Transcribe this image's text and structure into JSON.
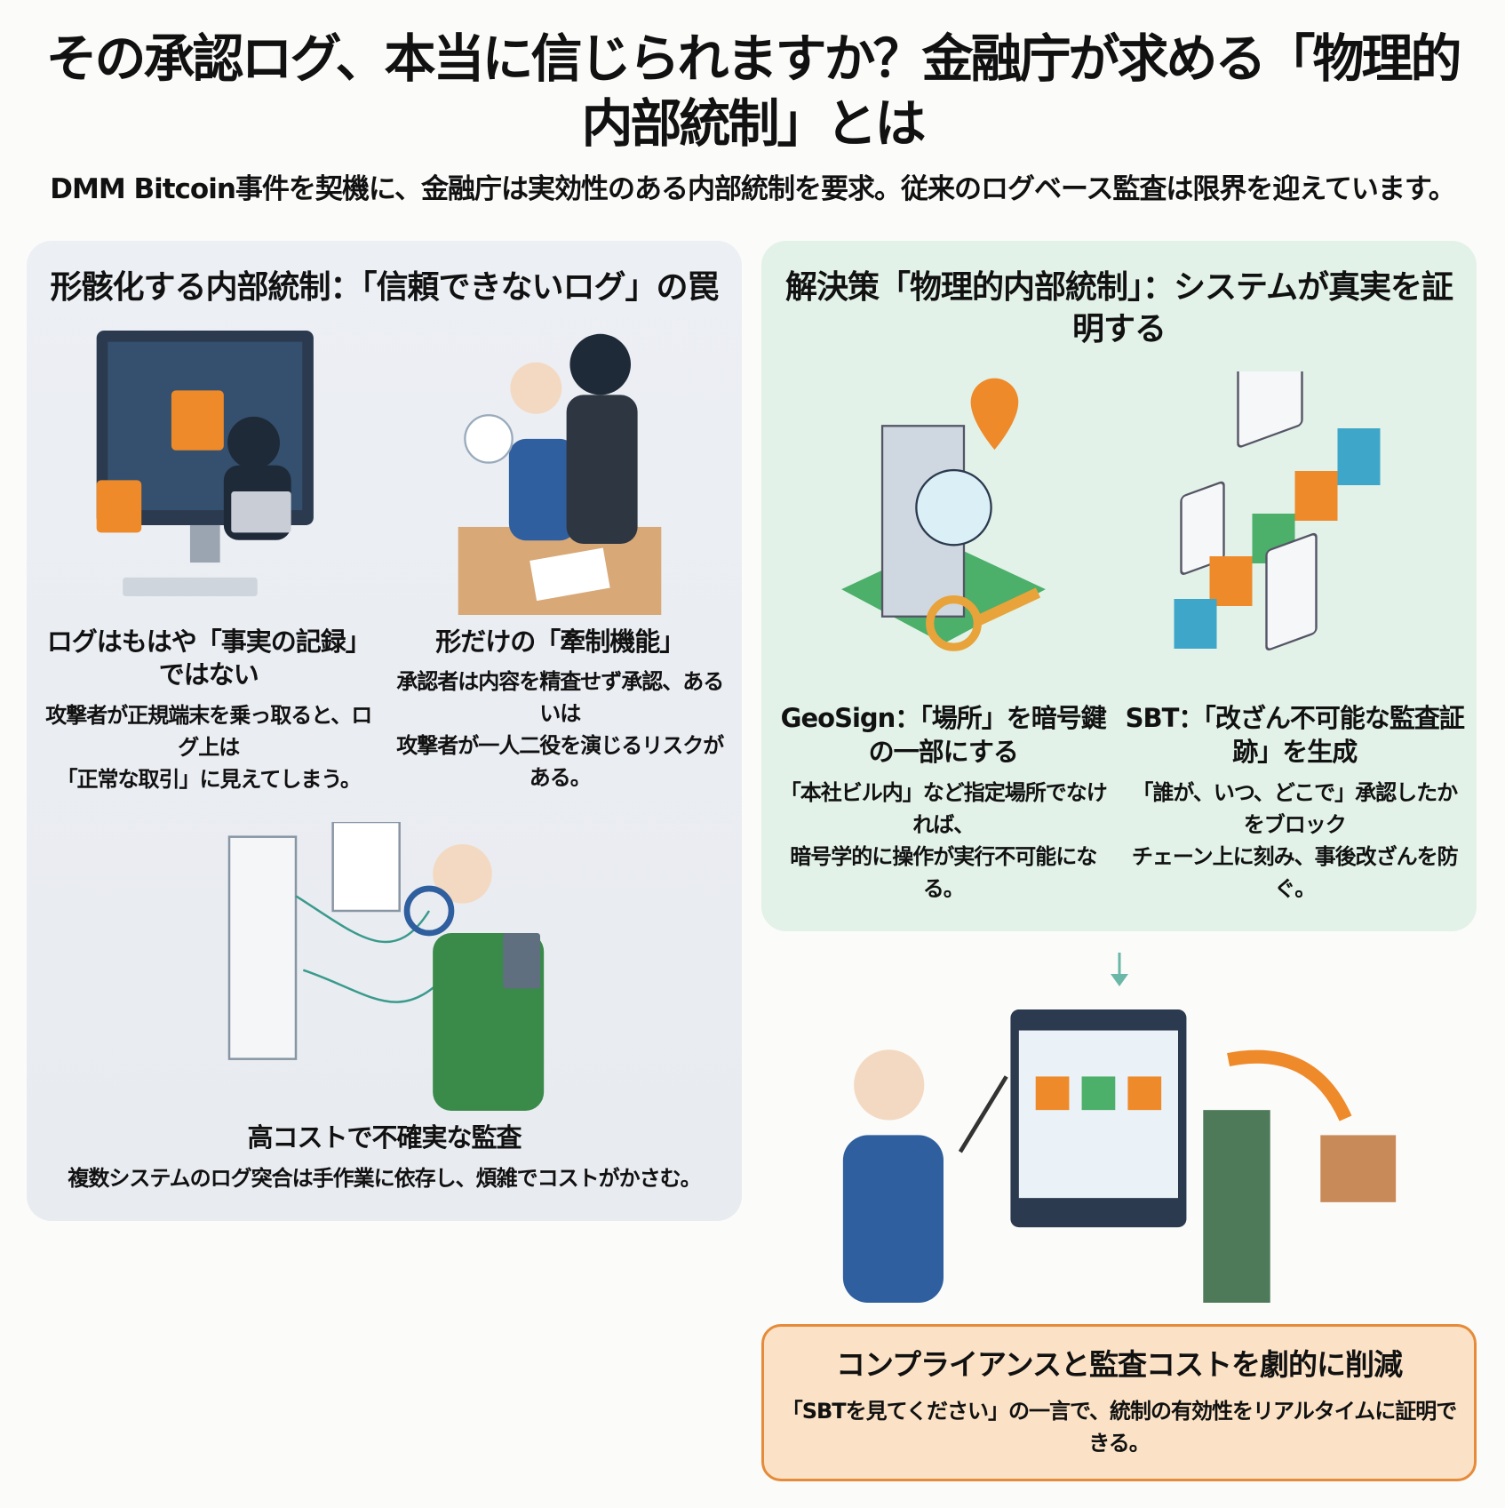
{
  "title": "その承認ログ、本当に信じられますか？金融庁が求める「物理的内部統制」とは",
  "subtitle": "DMM Bitcoin事件を契機に、金融庁は実効性のある内部統制を要求。従来のログベース監査は限界を迎えています。",
  "left_panel": {
    "heading": "形骸化する内部統制：「信頼できないログ」の罠",
    "cards": [
      {
        "title": "ログはもはや「事実の記録」ではない",
        "body": [
          "攻撃者が正規端末を乗っ取ると、ログ上は",
          "「正常な取引」に見えてしまう。"
        ]
      },
      {
        "title": "形だけの「牽制機能」",
        "body": [
          "承認者は内容を精査せず承認、あるいは",
          "攻撃者が一人二役を演じるリスクがある。"
        ]
      },
      {
        "title": "高コストで不確実な監査",
        "body": [
          "複数システムのログ突合は手作業に依存し、煩雑でコストがかさむ。"
        ]
      }
    ]
  },
  "right_panel": {
    "heading": "解決策「物理的内部統制」：システムが真実を証明する",
    "cards": [
      {
        "title": "GeoSign：「場所」を暗号鍵の一部にする",
        "body": [
          "「本社ビル内」など指定場所でなければ、",
          "暗号学的に操作が実行不可能になる。"
        ]
      },
      {
        "title": "SBT：「改ざん不可能な監査証跡」を生成",
        "body": [
          "「誰が、いつ、どこで」承認したかをブロック",
          "チェーン上に刻み、事後改ざんを防ぐ。"
        ]
      }
    ]
  },
  "result_box": {
    "title": "コンプライアンスと監査コストを劇的に削減",
    "body": "「SBTを見てください」の一言で、統制の有効性をリアルタイムに証明できる。"
  },
  "colors": {
    "left_bg": "#eceff4",
    "right_bg": "#e2f2e8",
    "result_bg": "#fbe2c6",
    "result_border": "#e58b3a",
    "accent_orange": "#e8832f",
    "accent_green": "#4caf6a",
    "accent_blue": "#2f5f9e"
  }
}
